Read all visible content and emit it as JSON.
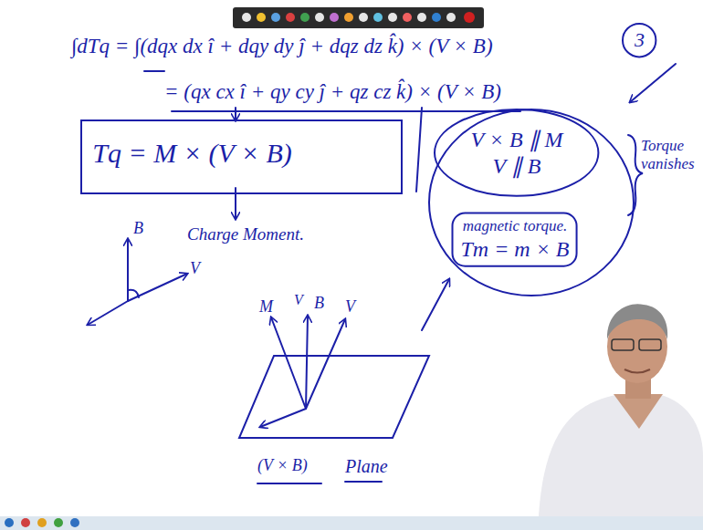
{
  "diagram": {
    "nodes": [
      {
        "text": [
          "3"
        ]
      },
      {
        "text": [
          "Tq = M × (V × B)"
        ]
      },
      {
        "text": [
          "V × B ∥ M",
          "V ∥ B"
        ]
      },
      {
        "text": [
          "magnetic torque.",
          "Tm = m × B"
        ]
      }
    ],
    "labels": [
      "∫dTq = ∫(dqx dx î + dqy dy ĵ + dqz dz k̂) × (V × B)",
      "= (qx cx î + qy cy ĵ + qz cz k̂) × (V × B)",
      "Charge Moment.",
      "Torque vanishes",
      "B",
      "V",
      "M",
      "V",
      "B",
      "V",
      "(V × B)",
      "Plane"
    ]
  }
}
